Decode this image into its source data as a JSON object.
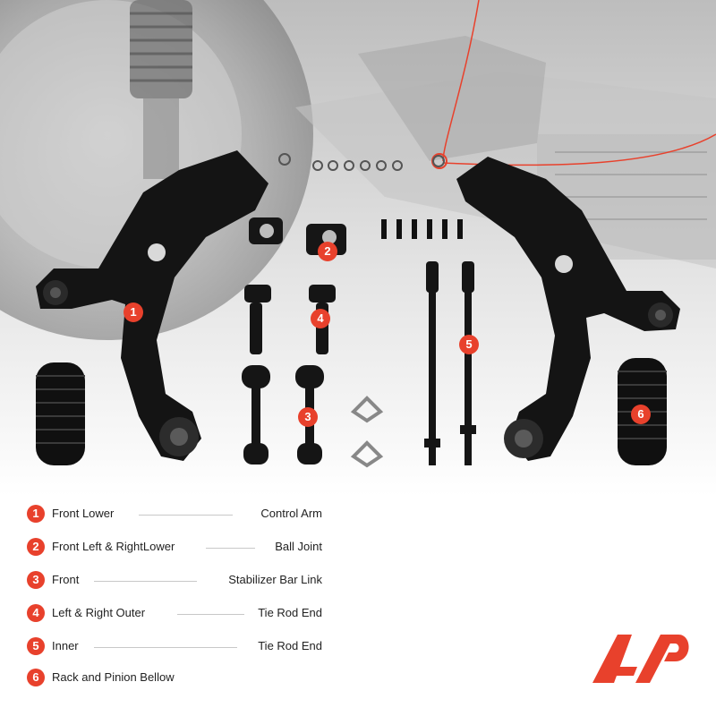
{
  "accent_color": "#e8412c",
  "legend": [
    {
      "num": "1",
      "left": "Front Lower",
      "right": "Control Arm"
    },
    {
      "num": "2",
      "left": "Front Left  & RightLower",
      "right": "Ball Joint"
    },
    {
      "num": "3",
      "left": "Front",
      "right": "Stabilizer Bar Link"
    },
    {
      "num": "4",
      "left": "Left  & Right Outer",
      "right": "Tie Rod End"
    },
    {
      "num": "5",
      "left": "Inner",
      "right": "Tie Rod End"
    },
    {
      "num": "6",
      "left": "Rack and Pinion Bellow",
      "right": ""
    }
  ],
  "callouts": [
    "1",
    "2",
    "3",
    "4",
    "5",
    "6"
  ],
  "icons": {
    "logo": "brand-logo-icon"
  }
}
